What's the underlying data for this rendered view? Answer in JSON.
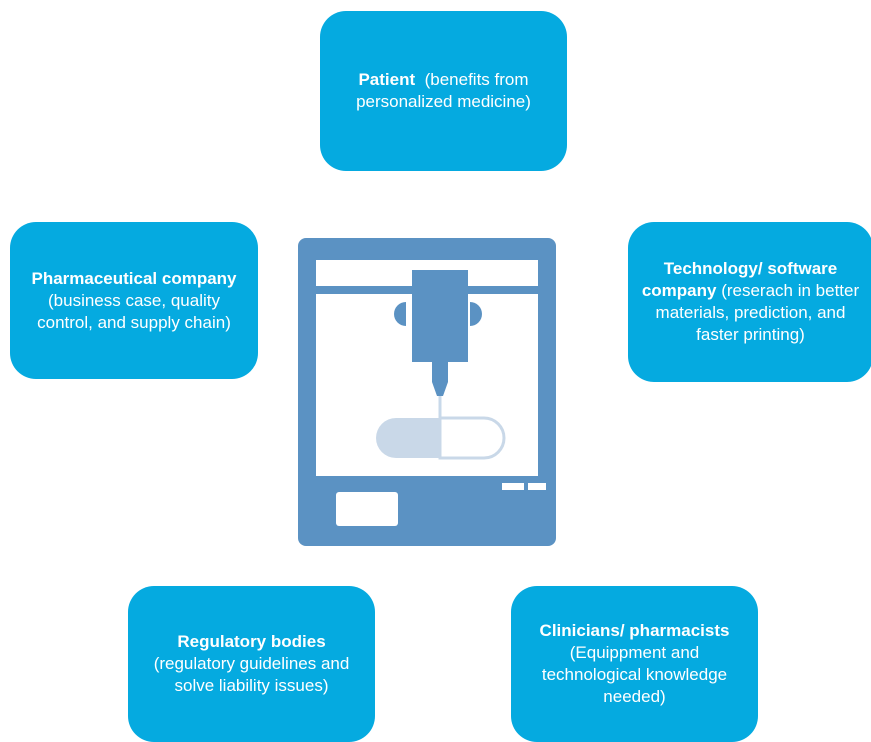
{
  "nodes": {
    "patient": {
      "bold": "Patient",
      "text": "  (benefits from personalized medicine)"
    },
    "pharma": {
      "bold": "Pharmaceutical company",
      "text": " (business case, quality control, and supply chain)"
    },
    "tech": {
      "bold": "Technology/ software company",
      "text": " (reserach in better materials, prediction, and faster printing)"
    },
    "regulatory": {
      "bold": "Regulatory bodies",
      "text": " (regulatory guidelines and solve liability issues)"
    },
    "clinicians": {
      "bold": "Clinicians/ pharmacists",
      "text": " (Equippment and technological knowledge needed)"
    }
  },
  "colors": {
    "box": "#05aae0",
    "printer": "#5b92c3",
    "printer_light": "#dbe6f1"
  },
  "icons": {
    "center": "3d-printer-pill-icon"
  }
}
